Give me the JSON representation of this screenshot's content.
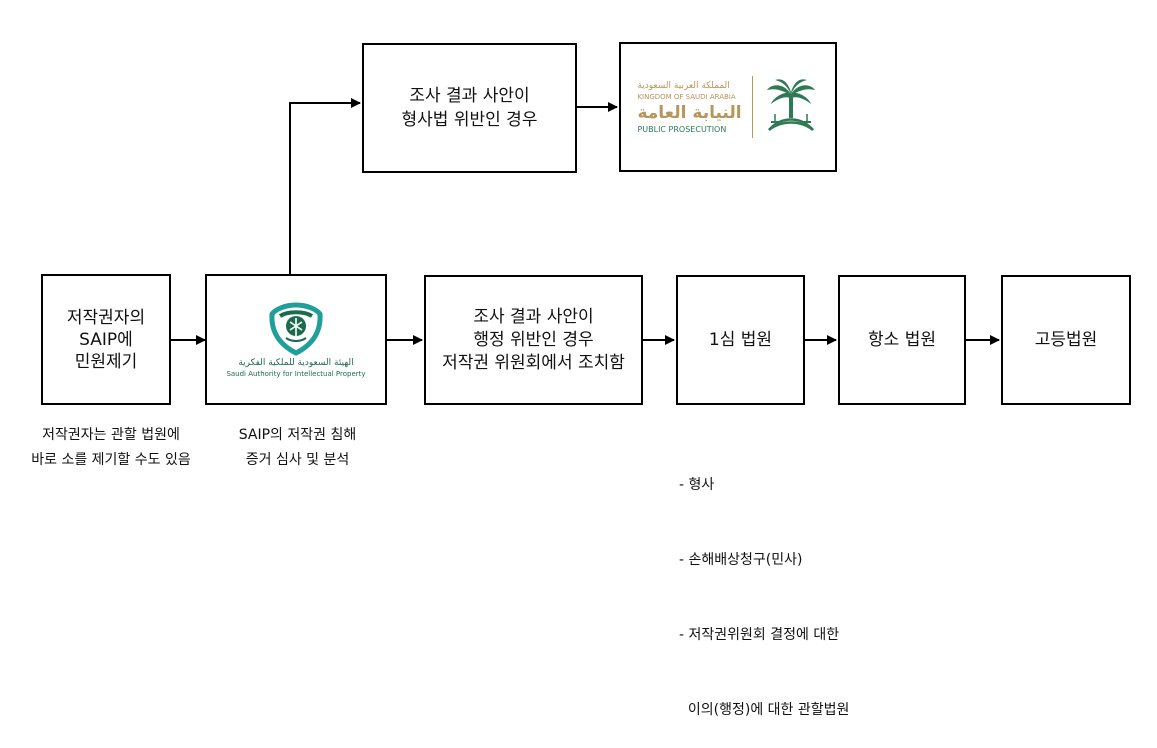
{
  "nodes": {
    "complaint": {
      "lines": [
        "저작권자의",
        "SAIP에",
        "민원제기"
      ]
    },
    "saip": {
      "logo_text_ar": "الهيئة السعودية للملكية الفكرية",
      "logo_text_en": "Saudi Authority for Intellectual Property"
    },
    "criminal_case": {
      "lines": [
        "조사 결과 사안이",
        "형사법 위반인 경우"
      ]
    },
    "prosecution": {
      "logo_text_ar_top": "المملكة العربية السعودية",
      "logo_text_en_top": "KINGDOM OF SAUDI ARABIA",
      "logo_text_ar_main": "النيابة العامة",
      "logo_text_en_main": "PUBLIC PROSECUTION"
    },
    "admin_case": {
      "lines": [
        "조사 결과 사안이",
        "행정 위반인 경우",
        "저작권 위원회에서 조치함"
      ]
    },
    "first_court": {
      "label": "1심 법원"
    },
    "appeal_court": {
      "label": "항소 법원"
    },
    "high_court": {
      "label": "고등법원"
    }
  },
  "captions": {
    "complaint_note": [
      "저작권자는 관할 법원에",
      "바로 소를 제기할 수도 있음"
    ],
    "saip_note": [
      "SAIP의 저작권 침해",
      "증거 심사 및 분석"
    ],
    "court_list": [
      "- 형사",
      "- 손해배상청구(민사)",
      "- 저작권위원회 결정에 대한",
      "  이의(행정)에 대한 관할법원"
    ]
  },
  "colors": {
    "saip_teal": "#1f9f9c",
    "saip_green": "#1d6b4f",
    "pp_gold": "#b8955a",
    "pp_green": "#2d7a55"
  }
}
